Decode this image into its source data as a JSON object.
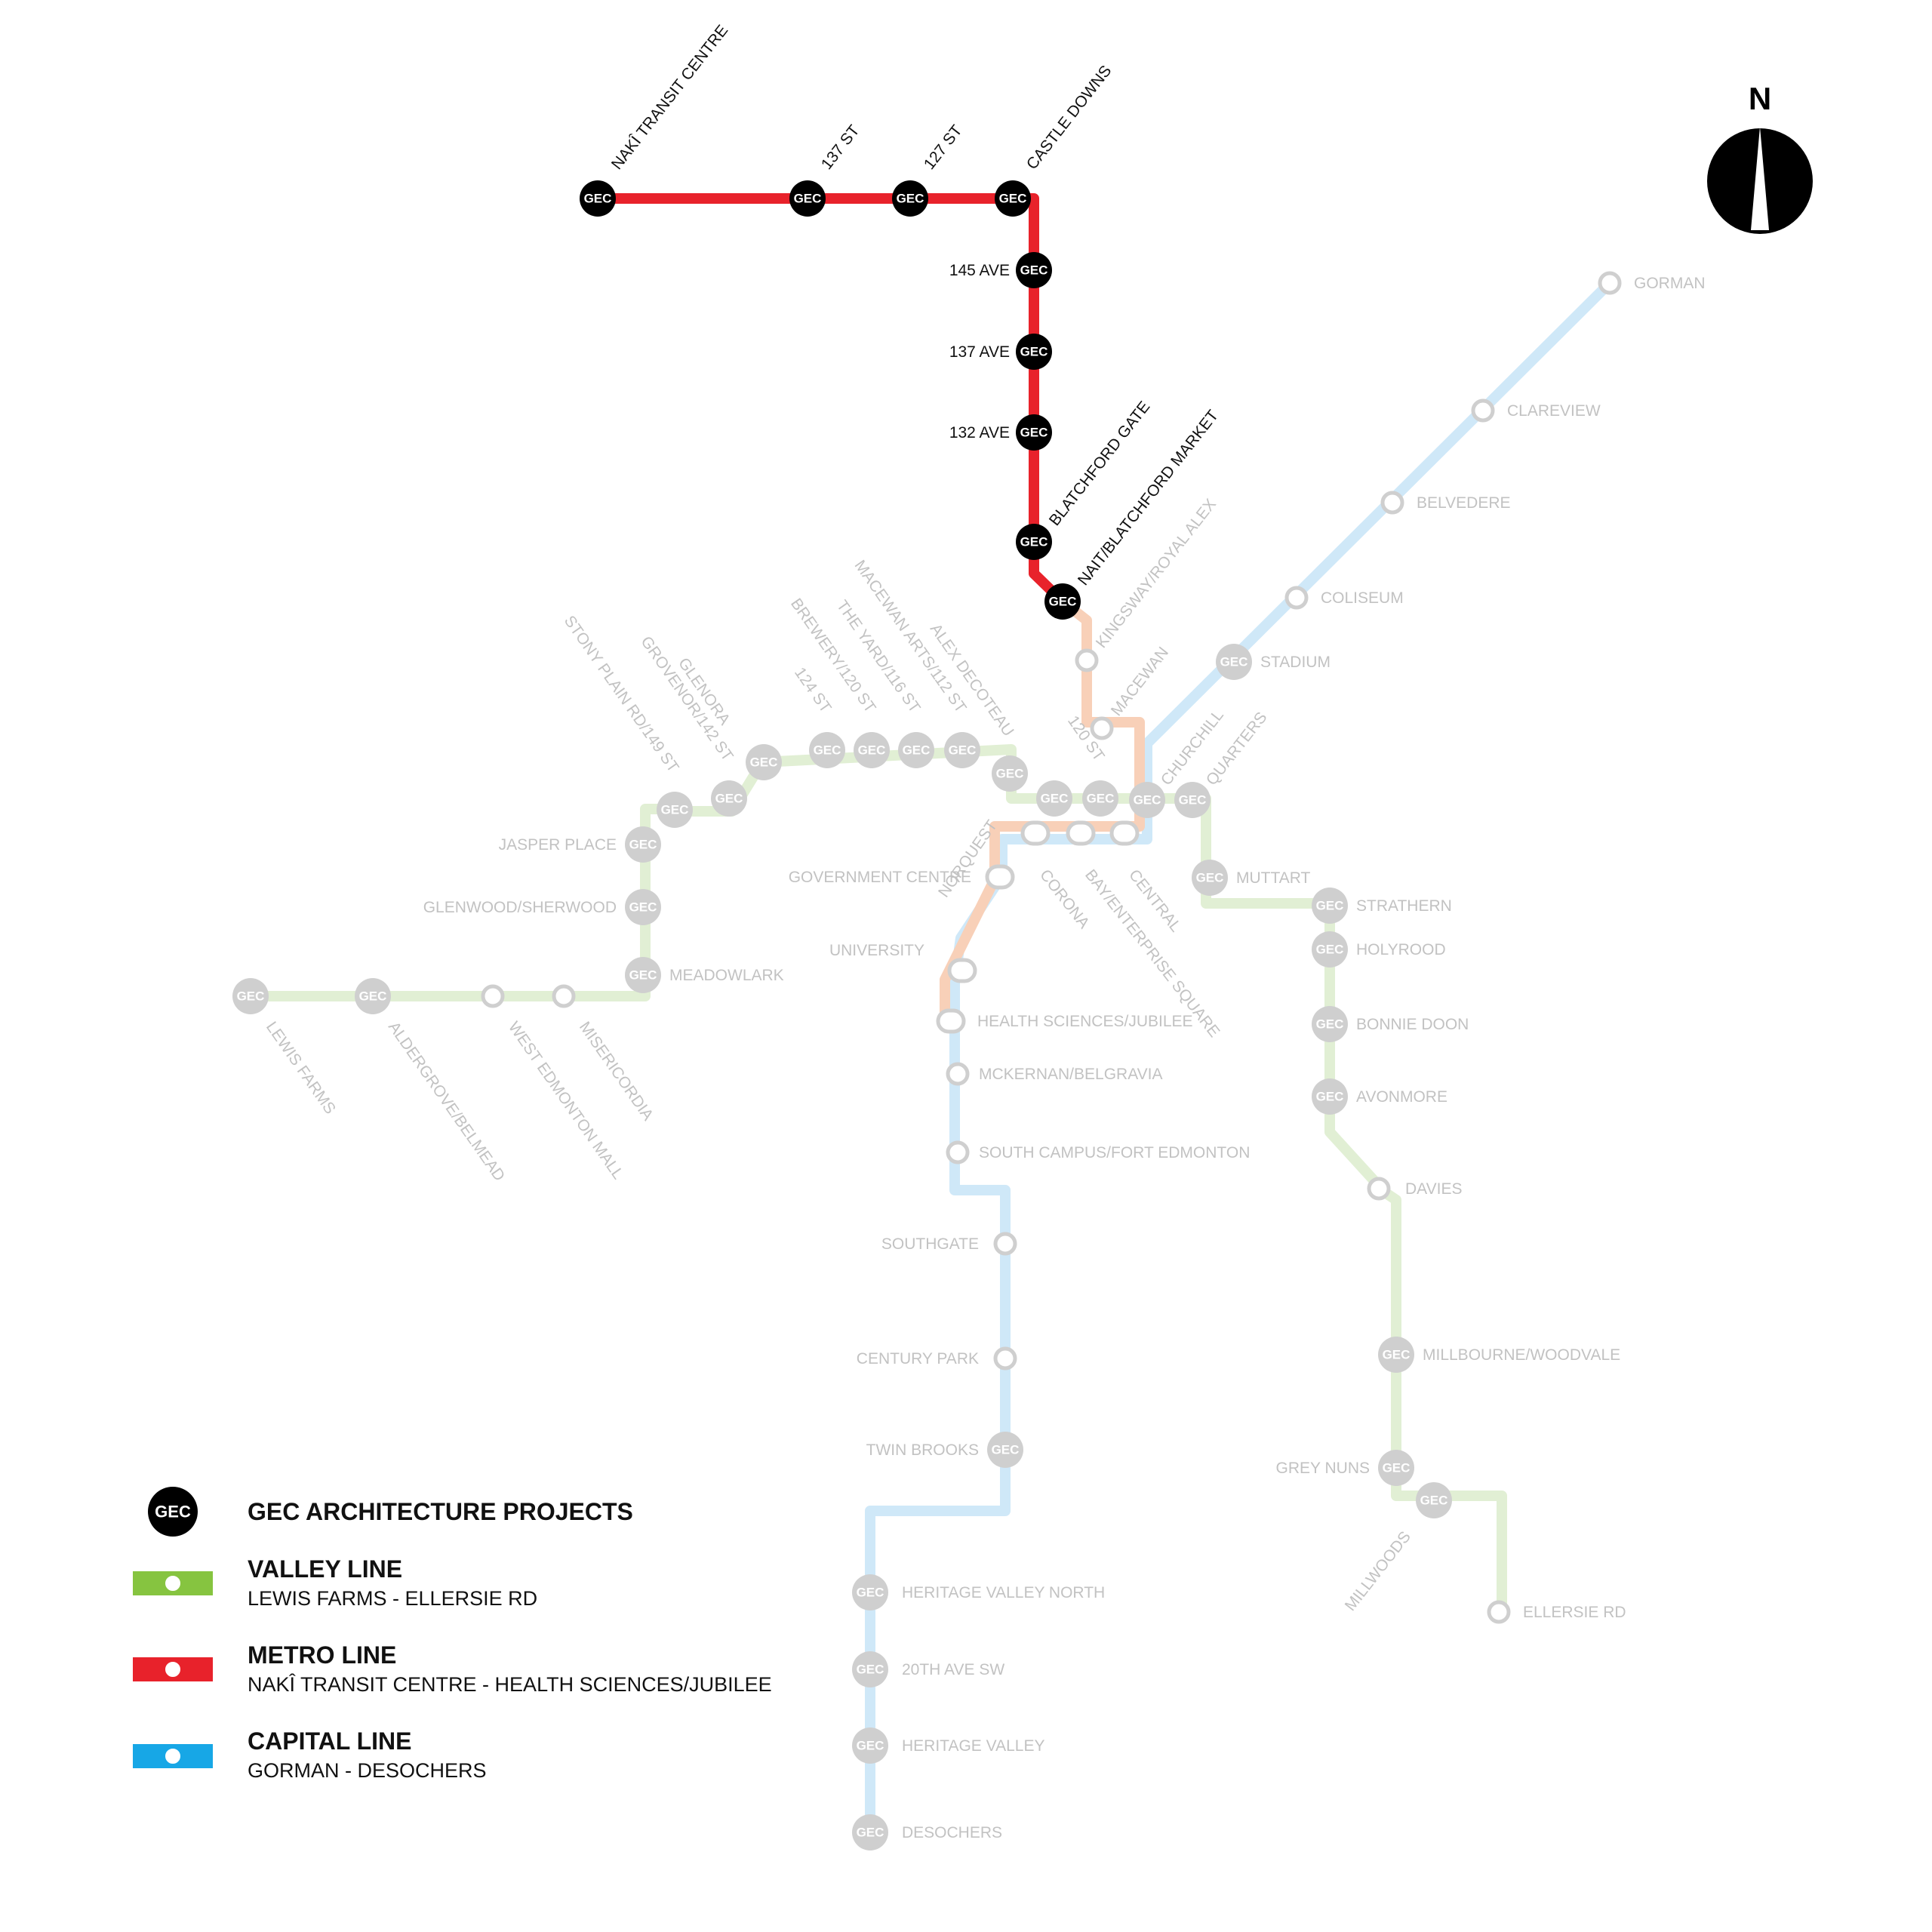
{
  "colors": {
    "metro": "#e8222b",
    "capital": "#cfe8f8",
    "valley": "#e1efd4",
    "metro_ext": "#f8d0b8",
    "capital_legend": "#17a7e6",
    "valley_legend": "#86c440",
    "gec_active": "#000000",
    "gec_faded": "#cfcfcf",
    "label_active": "#111111",
    "label_faded": "#c2c2c2"
  },
  "north": {
    "label": "N"
  },
  "gec_mark": "GEC",
  "stations": {
    "metro": [
      {
        "name": "NAKÎ TRANSIT CENTRE",
        "gec": true
      },
      {
        "name": "137 ST",
        "gec": true
      },
      {
        "name": "127 ST",
        "gec": true
      },
      {
        "name": "CASTLE DOWNS",
        "gec": true
      },
      {
        "name": "145 AVE",
        "gec": true
      },
      {
        "name": "137 AVE",
        "gec": true
      },
      {
        "name": "132 AVE",
        "gec": true
      },
      {
        "name": "BLATCHFORD GATE",
        "gec": true
      },
      {
        "name": "NAIT/BLATCHFORD MARKET",
        "gec": true
      }
    ],
    "downtown": [
      {
        "name": "KINGSWAY/ROYAL ALEX"
      },
      {
        "name": "MACEWAN"
      },
      {
        "name": "CHURCHILL"
      },
      {
        "name": "CENTRAL"
      },
      {
        "name": "BAY/ENTERPRISE SQUARE"
      },
      {
        "name": "CORONA"
      },
      {
        "name": "GOVERNMENT CENTRE"
      },
      {
        "name": "UNIVERSITY"
      },
      {
        "name": "HEALTH SCIENCES/JUBILEE"
      }
    ],
    "capital": [
      {
        "name": "GORMAN"
      },
      {
        "name": "CLAREVIEW"
      },
      {
        "name": "BELVEDERE"
      },
      {
        "name": "COLISEUM"
      },
      {
        "name": "STADIUM"
      },
      {
        "name": "MCKERNAN/BELGRAVIA"
      },
      {
        "name": "SOUTH CAMPUS/FORT EDMONTON"
      },
      {
        "name": "SOUTHGATE"
      },
      {
        "name": "CENTURY PARK"
      },
      {
        "name": "TWIN BROOKS"
      },
      {
        "name": "HERITAGE VALLEY NORTH"
      },
      {
        "name": "20TH AVE SW"
      },
      {
        "name": "HERITAGE VALLEY"
      },
      {
        "name": "DESOCHERS"
      }
    ],
    "valley_west": [
      {
        "name": "LEWIS FARMS"
      },
      {
        "name": "ALDERGROVE/BELMEAD"
      },
      {
        "name": "WEST EDMONTON MALL"
      },
      {
        "name": "MISERICORDIA"
      },
      {
        "name": "MEADOWLARK"
      },
      {
        "name": "GLENWOOD/SHERWOOD"
      },
      {
        "name": "JASPER PLACE"
      },
      {
        "name": "STONY PLAIN RD/149 ST"
      },
      {
        "name": "GROVENOR/142 ST"
      },
      {
        "name": "GLENORA"
      },
      {
        "name": "124 ST"
      },
      {
        "name": "BREWERY/120 ST"
      },
      {
        "name": "THE YARD/116 ST"
      },
      {
        "name": "MACEWAN ARTS/112 ST"
      },
      {
        "name": "ALEX DECOTEAU"
      },
      {
        "name": "NORQUEST"
      },
      {
        "name": "120 ST"
      }
    ],
    "valley_east": [
      {
        "name": "QUARTERS"
      },
      {
        "name": "MUTTART"
      },
      {
        "name": "STRATHERN"
      },
      {
        "name": "HOLYROOD"
      },
      {
        "name": "BONNIE DOON"
      },
      {
        "name": "AVONMORE"
      },
      {
        "name": "DAVIES"
      },
      {
        "name": "MILLBOURNE/WOODVALE"
      },
      {
        "name": "GREY NUNS"
      },
      {
        "name": "MILLWOODS"
      },
      {
        "name": "ELLERSIE RD"
      }
    ]
  },
  "legend": {
    "gec": {
      "title": "GEC ARCHITECTURE PROJECTS"
    },
    "valley": {
      "title": "VALLEY LINE",
      "subtitle": "LEWIS FARMS - ELLERSIE RD"
    },
    "metro": {
      "title": "METRO LINE",
      "subtitle": "NAKÎ TRANSIT CENTRE - HEALTH SCIENCES/JUBILEE"
    },
    "capital": {
      "title": "CAPITAL LINE",
      "subtitle": "GORMAN - DESOCHERS"
    }
  }
}
